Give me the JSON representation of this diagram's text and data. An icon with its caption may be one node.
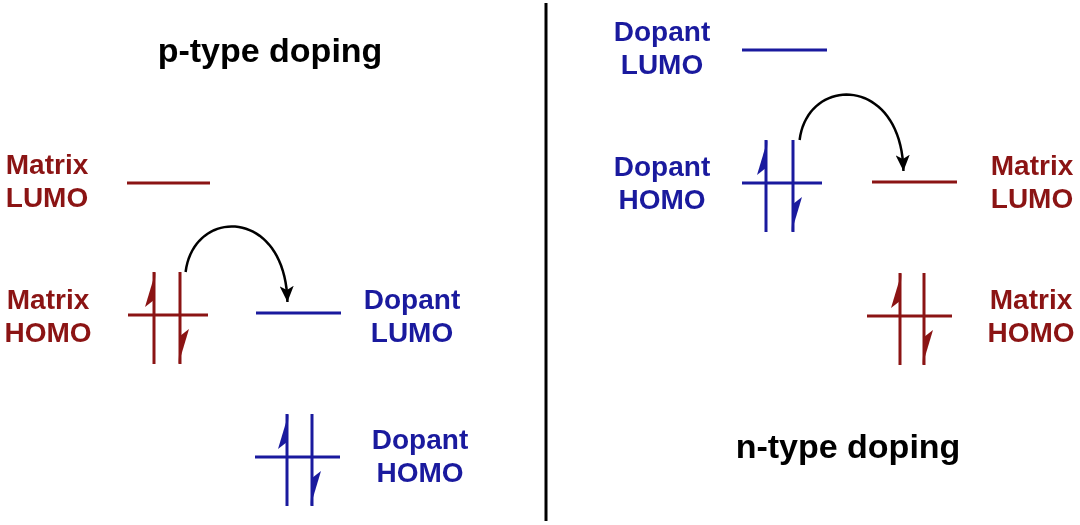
{
  "diagram": {
    "nodes": [
      {
        "text": [],
        "shape": "line",
        "beside": [
          "Matrix LUMO"
        ]
      },
      {
        "text": [],
        "shape": "line",
        "beside": [
          "Matrix HOMO"
        ]
      },
      {
        "text": [],
        "shape": "line",
        "beside": [
          "Dopant LUMO"
        ]
      },
      {
        "text": [],
        "shape": "line",
        "beside": [
          "Dopant HOMO"
        ]
      },
      {
        "text": [],
        "shape": "line",
        "beside": [
          "Dopant LUMO"
        ]
      },
      {
        "text": [],
        "shape": "line",
        "beside": [
          "Dopant HOMO"
        ]
      },
      {
        "text": [],
        "shape": "line",
        "beside": [
          "Matrix LUMO"
        ]
      },
      {
        "text": [],
        "shape": "line",
        "beside": [
          "Matrix HOMO"
        ]
      }
    ],
    "edges": [
      {
        "from": 1,
        "to": 2,
        "arrow": "to"
      },
      {
        "from": 5,
        "to": 6,
        "arrow": "to"
      }
    ],
    "labels": [
      "p-type doping",
      "n-type doping"
    ]
  }
}
